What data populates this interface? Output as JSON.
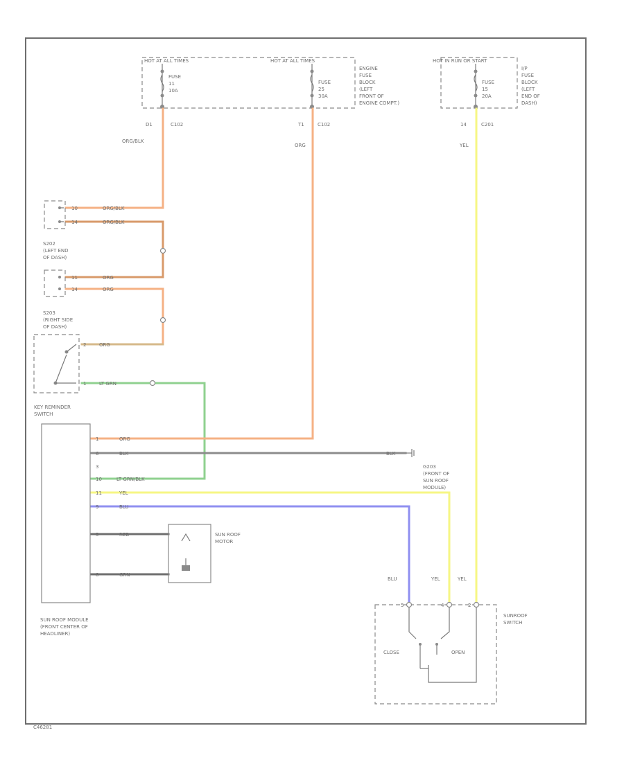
{
  "labels": {
    "hot_at_all_times_1": "HOT AT ALL TIMES",
    "hot_at_all_times_2": "HOT AT ALL TIMES",
    "hot_in_run_or_start": "HOT IN RUN OR START",
    "fuse_1_a": "FUSE",
    "fuse_1_b": "11",
    "fuse_1_c": "10A",
    "fuse_2_a": "FUSE",
    "fuse_2_b": "25",
    "fuse_2_c": "30A",
    "fuse_3_a": "FUSE",
    "fuse_3_b": "15",
    "fuse_3_c": "20A",
    "engine_fuse_block": [
      "ENGINE",
      "FUSE",
      "BLOCK",
      "(LEFT",
      "FRONT OF",
      "ENGINE COMPT.)"
    ],
    "ip_fuse_block": [
      "I/P",
      "FUSE",
      "BLOCK",
      "(LEFT",
      "END OF",
      "DASH)"
    ],
    "c102_1_pin": "D1",
    "c102_1": "C102",
    "c102_2_pin": "T1",
    "c102_2": "C102",
    "c201_pin": "14",
    "c201": "C201",
    "wire_org_blk_top": "ORG/BLK",
    "wire_org_top": "ORG",
    "wire_yel_top": "YEL",
    "s202_label": [
      "S202",
      "(LEFT END",
      "OF DASH)"
    ],
    "s203_label": [
      "S203",
      "(RIGHT SIDE",
      "OF DASH)"
    ],
    "s202_pin_1": "10",
    "s202_pin_2": "14",
    "s202_wire_1": "ORG/BLK",
    "s202_wire_2": "ORG/BLK",
    "s203_pin_1": "11",
    "s203_pin_2": "14",
    "s203_wire_1": "ORG",
    "s203_wire_2": "ORG",
    "key_pin_1": "2",
    "key_pin_2": "1",
    "key_wire_1": "ORG",
    "key_wire_2": "LT GRN",
    "key_reminder_switch": [
      "KEY REMINDER",
      "SWITCH"
    ],
    "module_pins": [
      "1",
      "6",
      "3",
      "10",
      "11",
      "9",
      "5",
      "8"
    ],
    "module_wires": [
      "ORG",
      "BLK",
      "",
      "LT GRN/BLK",
      "YEL",
      "BLU",
      "RED",
      "GRN"
    ],
    "blk_end": "BLK",
    "g203_label": [
      "G203",
      "(FRONT OF",
      "SUN ROOF",
      "MODULE)"
    ],
    "sunroof_motor": [
      "SUN ROOF",
      "MOTOR"
    ],
    "sunroof_module": [
      "SUN ROOF MODULE",
      "(FRONT CENTER OF",
      "HEADLINER)"
    ],
    "wire_blu_bottom": "BLU",
    "wire_yel_bottom_1": "YEL",
    "wire_yel_bottom_2": "YEL",
    "sunroof_switch": [
      "SUNROOF",
      "SWITCH"
    ],
    "close": "CLOSE",
    "open": "OPEN",
    "switch_pin_1": "5",
    "switch_pin_2": "4",
    "switch_pin_3": "2",
    "diagram_code": "C46281"
  },
  "colors": {
    "orange": "#f5b184",
    "orange_dark": "#e8a066",
    "brown": "#b8865a",
    "tan": "#d6b98a",
    "green": "#8fd18f",
    "gray": "#8c8c8c",
    "yellow": "#f6f684",
    "blue": "#8f8ff0",
    "olive": "#c9b47a"
  }
}
